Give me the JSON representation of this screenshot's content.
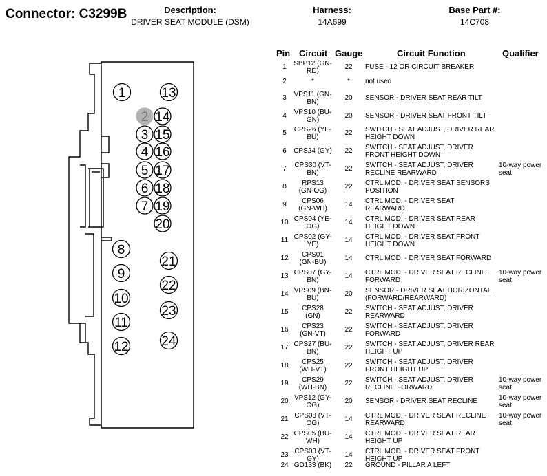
{
  "header": {
    "connector_label": "Connector: C3299B",
    "description_label": "Description:",
    "description_value": "DRIVER SEAT MODULE (DSM)",
    "harness_label": "Harness:",
    "harness_value": "14A699",
    "base_part_label": "Base Part #:",
    "base_part_value": "14C708"
  },
  "connector": {
    "highlighted_pin": "2",
    "highlight_color": "#b3b3b3",
    "pins": [
      "1",
      "2",
      "3",
      "4",
      "5",
      "6",
      "7",
      "8",
      "9",
      "10",
      "11",
      "12",
      "13",
      "14",
      "15",
      "16",
      "17",
      "18",
      "19",
      "20",
      "21",
      "22",
      "23",
      "24"
    ]
  },
  "table": {
    "headers": {
      "pin": "Pin",
      "circuit": "Circuit",
      "gauge": "Gauge",
      "function": "Circuit Function",
      "qualifier": "Qualifier"
    },
    "rows": [
      {
        "pin": "1",
        "circuit": "SBP12 (GN-RD)",
        "gauge": "22",
        "function": "FUSE - 12 OR CIRCUIT BREAKER",
        "qualifier": ""
      },
      {
        "pin": "2",
        "circuit": "*",
        "gauge": "*",
        "function": "not used",
        "qualifier": ""
      },
      {
        "pin": "3",
        "circuit": "VPS11 (GN-BN)",
        "gauge": "20",
        "function": "SENSOR - DRIVER SEAT REAR TILT",
        "qualifier": ""
      },
      {
        "pin": "4",
        "circuit": "VPS10 (BU-GN)",
        "gauge": "20",
        "function": "SENSOR - DRIVER SEAT FRONT TILT",
        "qualifier": ""
      },
      {
        "pin": "5",
        "circuit": "CPS26 (YE-BU)",
        "gauge": "22",
        "function": "SWITCH - SEAT ADJUST, DRIVER REAR HEIGHT DOWN",
        "qualifier": ""
      },
      {
        "pin": "6",
        "circuit": "CPS24 (GY)",
        "gauge": "22",
        "function": "SWITCH - SEAT ADJUST, DRIVER FRONT HEIGHT DOWN",
        "qualifier": ""
      },
      {
        "pin": "7",
        "circuit": "CPS30 (VT-BN)",
        "gauge": "22",
        "function": "SWITCH - SEAT ADJUST, DRIVER RECLINE REARWARD",
        "qualifier": "10-way power seat"
      },
      {
        "pin": "8",
        "circuit": "RPS13 (GN-OG)",
        "gauge": "22",
        "function": "CTRL MOD. - DRIVER SEAT SENSORS POSITION",
        "qualifier": ""
      },
      {
        "pin": "9",
        "circuit": "CPS06 (GN-WH)",
        "gauge": "14",
        "function": "CTRL MOD. - DRIVER SEAT REARWARD",
        "qualifier": ""
      },
      {
        "pin": "10",
        "circuit": "CPS04 (YE-OG)",
        "gauge": "14",
        "function": "CTRL MOD. - DRIVER SEAT REAR HEIGHT DOWN",
        "qualifier": ""
      },
      {
        "pin": "11",
        "circuit": "CPS02 (GY-YE)",
        "gauge": "14",
        "function": "CTRL MOD. - DRIVER SEAT FRONT HEIGHT DOWN",
        "qualifier": ""
      },
      {
        "pin": "12",
        "circuit": "CPS01 (GN-BU)",
        "gauge": "14",
        "function": "CTRL MOD. - DRIVER SEAT FORWARD",
        "qualifier": ""
      },
      {
        "pin": "13",
        "circuit": "CPS07 (GY-BN)",
        "gauge": "14",
        "function": "CTRL MOD. - DRIVER SEAT RECLINE FORWARD",
        "qualifier": "10-way power seat"
      },
      {
        "pin": "14",
        "circuit": "VPS09 (BN-BU)",
        "gauge": "20",
        "function": "SENSOR - DRIVER SEAT HORIZONTAL (FORWARD/REARWARD)",
        "qualifier": ""
      },
      {
        "pin": "15",
        "circuit": "CPS28 (GN)",
        "gauge": "22",
        "function": "SWITCH - SEAT ADJUST, DRIVER REARWARD",
        "qualifier": ""
      },
      {
        "pin": "16",
        "circuit": "CPS23 (GN-VT)",
        "gauge": "22",
        "function": "SWITCH - SEAT ADJUST, DRIVER FORWARD",
        "qualifier": ""
      },
      {
        "pin": "17",
        "circuit": "CPS27 (BU-BN)",
        "gauge": "22",
        "function": "SWITCH - SEAT ADJUST, DRIVER REAR HEIGHT UP",
        "qualifier": ""
      },
      {
        "pin": "18",
        "circuit": "CPS25 (WH-VT)",
        "gauge": "22",
        "function": "SWITCH - SEAT ADJUST, DRIVER FRONT HEIGHT UP",
        "qualifier": ""
      },
      {
        "pin": "19",
        "circuit": "CPS29 (WH-BN)",
        "gauge": "22",
        "function": "SWITCH - SEAT ADJUST, DRIVER RECLINE FORWARD",
        "qualifier": "10-way power seat"
      },
      {
        "pin": "20",
        "circuit": "VPS12 (GY-OG)",
        "gauge": "20",
        "function": "SENSOR - DRIVER SEAT RECLINE",
        "qualifier": "10-way power seat"
      },
      {
        "pin": "21",
        "circuit": "CPS08 (VT-OG)",
        "gauge": "14",
        "function": "CTRL MOD. - DRIVER SEAT RECLINE REARWARD",
        "qualifier": "10-way power seat"
      },
      {
        "pin": "22",
        "circuit": "CPS05 (BU-WH)",
        "gauge": "14",
        "function": "CTRL MOD. - DRIVER SEAT REAR HEIGHT UP",
        "qualifier": ""
      },
      {
        "pin": "23",
        "circuit": "CPS03 (VT-GY)",
        "gauge": "14",
        "function": "CTRL MOD. - DRIVER SEAT FRONT HEIGHT UP",
        "qualifier": ""
      },
      {
        "pin": "24",
        "circuit": "GD133 (BK)",
        "gauge": "22",
        "function": "GROUND - PILLAR A LEFT",
        "qualifier": ""
      }
    ]
  }
}
